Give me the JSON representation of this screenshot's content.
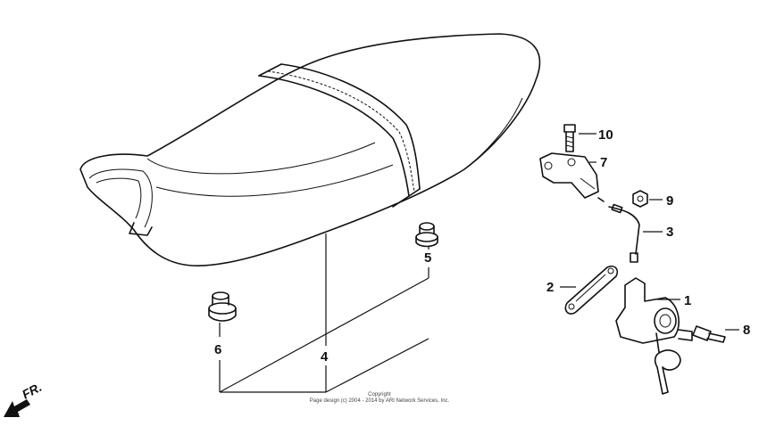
{
  "labels": {
    "p1": "1",
    "p2": "2",
    "p3": "3",
    "p4": "4",
    "p5": "5",
    "p6": "6",
    "p7": "7",
    "p8": "8",
    "p9": "9",
    "p10": "10"
  },
  "direction": {
    "text": "FR."
  },
  "copyright": {
    "line1": "Copyright",
    "line2": "Page design (c) 2004 - 2014 by ARI Network Services, Inc."
  }
}
